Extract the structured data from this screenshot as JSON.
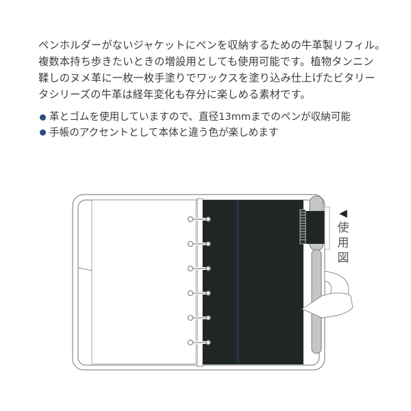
{
  "description": {
    "lines": [
      "ペンホルダーがないジャケットにペンを収納するための牛革製リフィル。",
      "複数本持ち歩きたいときの増設用としても使用可能です。植物タンニン",
      "鞣しのヌメ革に一枚一枚手塗りでワックスを塗り込み仕上げたビタリー",
      "タシリーズの牛革は経年変化も存分に楽しめる素材です。"
    ]
  },
  "features": {
    "bullet_color": "#2d4a7a",
    "items": [
      "革とゴムを使用していますので、直径13mmまでのペンが収納可能",
      "手帳のアクセントとして本体と違う色が楽しめます"
    ]
  },
  "illustration": {
    "arrow_icon": "◀",
    "label_chars": [
      "使",
      "用",
      "図"
    ],
    "ring_count": 6,
    "colors": {
      "leather": "#1f2623",
      "stitch_line": "#2a3050",
      "pen_body": "#c4c6c5",
      "outline": "#8a8a8a"
    }
  }
}
